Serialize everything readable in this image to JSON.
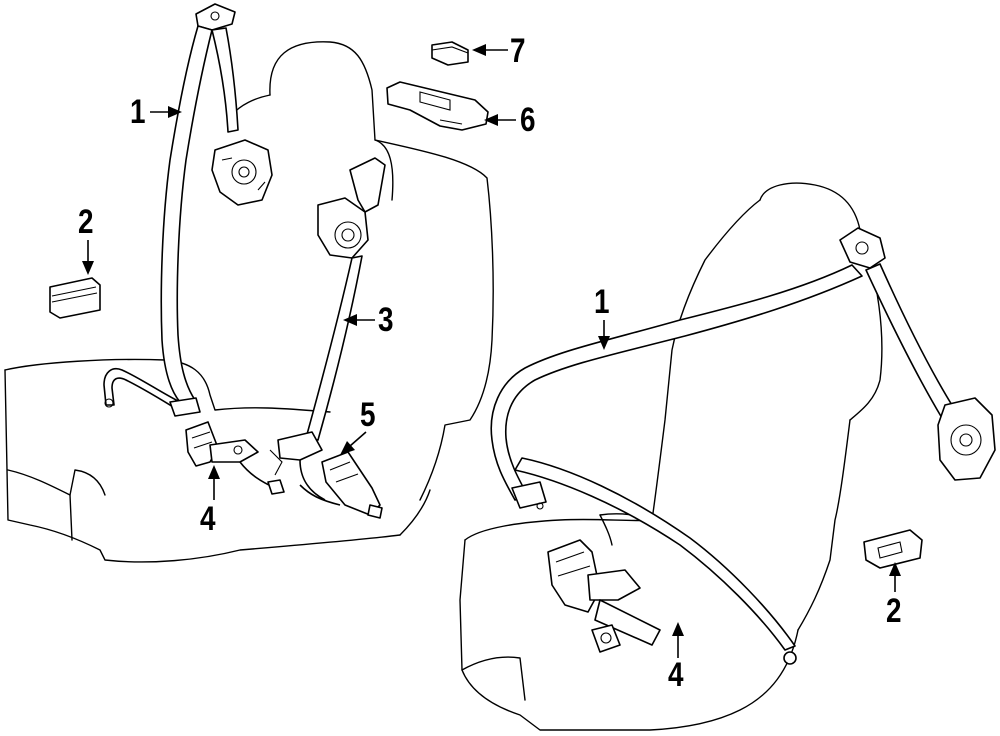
{
  "callouts": [
    {
      "id": "left-belt",
      "label": "1"
    },
    {
      "id": "left-buckle-cover",
      "label": "2"
    },
    {
      "id": "center-belt",
      "label": "3"
    },
    {
      "id": "left-buckle",
      "label": "4"
    },
    {
      "id": "center-buckle",
      "label": "5"
    },
    {
      "id": "retractor-cover",
      "label": "6"
    },
    {
      "id": "retractor-cap",
      "label": "7"
    },
    {
      "id": "right-belt",
      "label": "1"
    },
    {
      "id": "right-buckle",
      "label": "4"
    },
    {
      "id": "right-buckle-cover",
      "label": "2"
    }
  ]
}
